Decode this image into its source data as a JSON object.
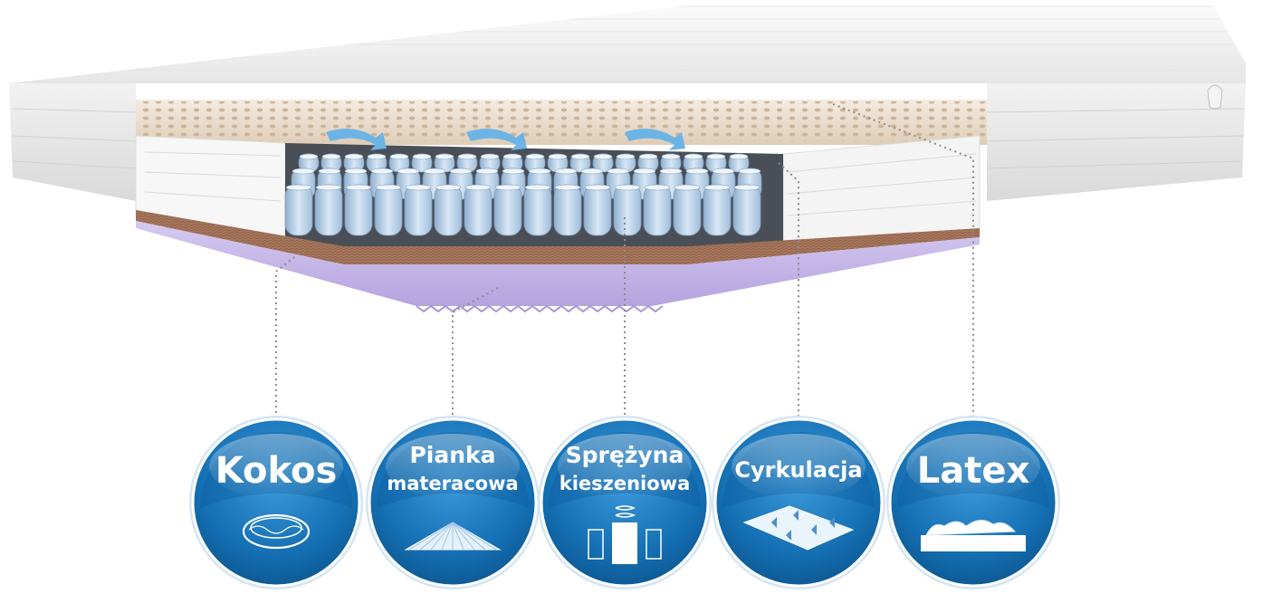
{
  "badges": [
    {
      "lines": [
        "Kokos"
      ],
      "icon": "coconut-icon"
    },
    {
      "lines": [
        "Pianka",
        "materacowa"
      ],
      "icon": "foam-icon"
    },
    {
      "lines": [
        "Sprężyna",
        "kieszeniowa"
      ],
      "icon": "pocket-spring-icon"
    },
    {
      "lines": [
        "Cyrkulacja"
      ],
      "icon": "air-circulation-icon"
    },
    {
      "lines": [
        "Latex"
      ],
      "icon": "latex-icon"
    }
  ],
  "colors": {
    "badge_dark": "#0a4f86",
    "badge_mid": "#1570b4",
    "badge_light": "#3d9bdc",
    "latex_layer": "#efe2d2",
    "coir_layer": "#a5765c",
    "purple_foam": "#c7b8e6",
    "spring_blue": "#b9d1ea",
    "arrow_blue": "#6cb4e6"
  }
}
